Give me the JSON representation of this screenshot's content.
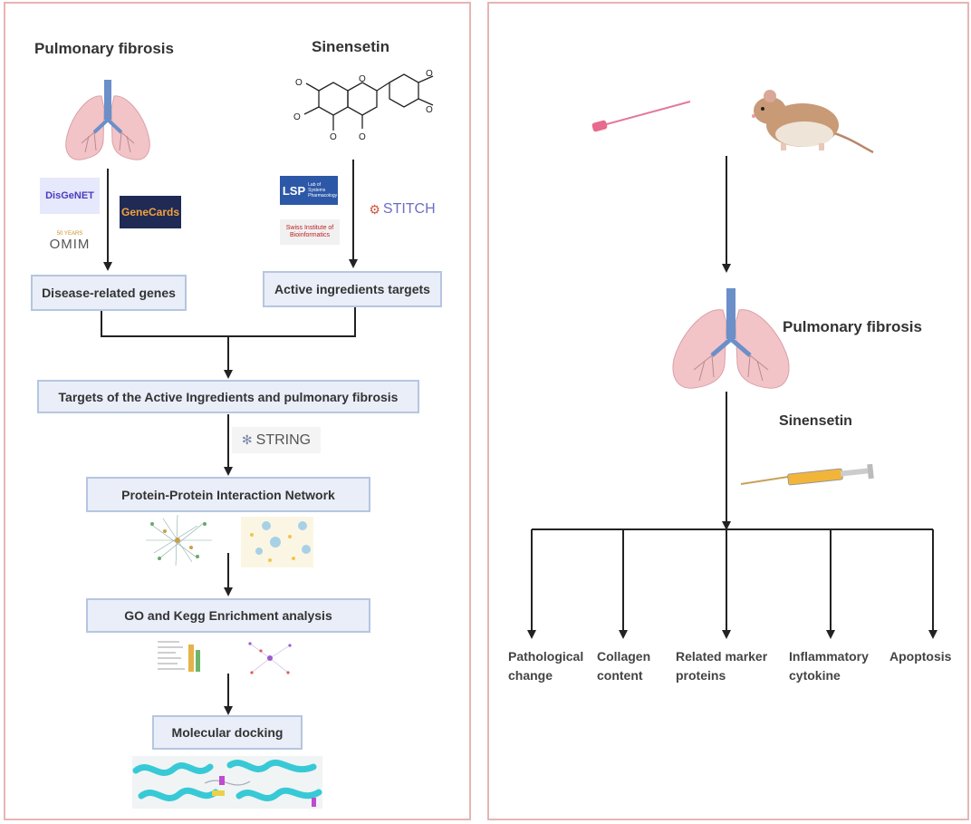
{
  "left": {
    "disease_label": "Pulmonary fibrosis",
    "compound_label": "Sinensetin",
    "disease_genes_box": "Disease-related genes",
    "active_targets_box": "Active ingredients targets",
    "shared_targets_box": "Targets of the Active Ingredients and pulmonary fibrosis",
    "ppi_box": "Protein-Protein Interaction Network",
    "enrichment_box": "GO and Kegg Enrichment analysis",
    "docking_box": "Molecular docking",
    "logos": {
      "disgenet": "DisGeNET",
      "genecards": "GeneCards",
      "omim": "OMIM",
      "omim_years": "50 YEARS",
      "lsp": "LSP",
      "lsp_sub": "Lab of Systems Pharmacology",
      "sib": "Swiss Institute of Bioinformatics",
      "stitch": "STITCH",
      "string": "STRING"
    }
  },
  "right": {
    "disease_label": "Pulmonary fibrosis",
    "compound_label": "Sinensetin",
    "outcomes": [
      {
        "line1": "Pathological",
        "line2": "change"
      },
      {
        "line1": "Collagen",
        "line2": "content"
      },
      {
        "line1": "Related marker",
        "line2": "proteins"
      },
      {
        "line1": "Inflammatory",
        "line2": "cytokine"
      },
      {
        "line1": "Apoptosis",
        "line2": ""
      }
    ]
  },
  "colors": {
    "panel_border": "#e8b4b4",
    "box_fill": "#e9eef8",
    "box_border": "#b6c6e0",
    "lung": "#f2c4c8",
    "trachea": "#6b8fc9",
    "protein": "#38c9d6"
  }
}
